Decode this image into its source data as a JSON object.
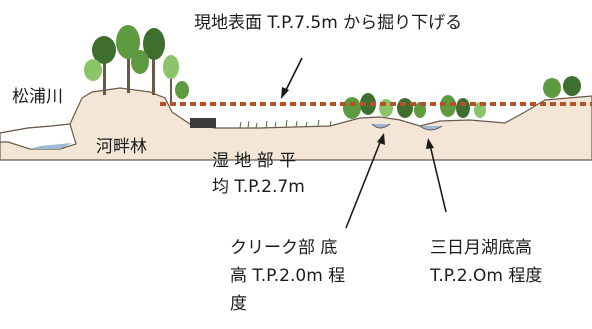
{
  "labels": {
    "excavation": "現地表面 T.P.7.5m から掘り下げる",
    "river": "松浦川",
    "riverside_forest": "河畔林",
    "wetland_line1": "湿 地 部 平",
    "wetland_line2": "均 T.P.2.7m",
    "creek_line1": "クリーク部 底",
    "creek_line2": "高 T.P.2.0m 程",
    "creek_line3": "度",
    "oxbow_line1": "三日月湖底高",
    "oxbow_line2": "T.P.2.Om 程度"
  },
  "colors": {
    "dashed_line": "#b4532a",
    "ground_fill": "#f3e6d6",
    "ground_line": "#6b5a4a",
    "water": "#9fb9d4",
    "tree_dark": "#3f6f2e",
    "tree_mid": "#5e9a3f",
    "tree_light": "#8cc46a"
  }
}
